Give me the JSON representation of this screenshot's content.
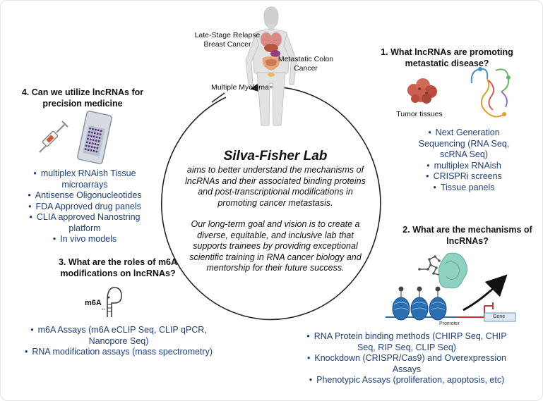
{
  "center": {
    "title": "Silva-Fisher Lab",
    "mission_1": "aims to better understand the mechanisms of lncRNAs and their associated binding proteins and post-transcriptional modifications in promoting cancer metastasis.",
    "mission_2": "Our long-term goal and vision is to create a diverse, equitable, and inclusive lab that supports trainees by providing exceptional scientific training in RNA cancer biology and mentorship for their future success."
  },
  "figure": {
    "labels": {
      "breast": "Late-Stage Relapse Breast Cancer",
      "colon": "Metastatic Colon Cancer",
      "myeloma": "Multiple Myeloma"
    }
  },
  "q1": {
    "title": "1. What lncRNAs are promoting metastatic disease?",
    "image_label": "Tumor tissues",
    "items": [
      "Next Generation Sequencing (RNA Seq, scRNA Seq)",
      "multiplex RNAish",
      "CRISPRi screens",
      "Tissue panels"
    ]
  },
  "q2": {
    "title": "2. What are the mechanisms of lncRNAs?",
    "diagram_labels": {
      "promoter": "Promoter",
      "gene": "Gene"
    },
    "items": [
      "RNA Protein binding methods (CHIRP Seq, CHIP Seq, RIP Seq, CLIP Seq)",
      "Knockdown (CRISPR/Cas9) and Overexpression Assays",
      "Phenotypic Assays (proliferation, apoptosis, etc)"
    ]
  },
  "q3": {
    "title": "3. What are the roles of m6A modifications on lncRNAs?",
    "image_label": "m6A",
    "items": [
      "m6A Assays (m6A eCLIP Seq, CLIP qPCR, Nanopore Seq)",
      "RNA modification assays (mass spectrometry)"
    ]
  },
  "q4": {
    "title": "4. Can we utilize lncRNAs for precision medicine",
    "items": [
      "multiplex RNAish Tissue microarrays",
      "Antisense Oligonucleotides",
      "FDA Approved drug panels",
      "CLIA approved Nanostring platform",
      "In vivo models"
    ]
  },
  "colors": {
    "list_text": "#1f3f78",
    "arrow": "#222222",
    "tumor": "#c95f50",
    "chromatin": "#2c6fb0",
    "promoter": "#c0392b"
  },
  "icons": [
    "body-figure",
    "tumor-tissue",
    "rna-hairpin",
    "syringe",
    "microarray-slide",
    "m6a-hairpin",
    "rna-protein-complex",
    "nucleosome",
    "arrow-cycle"
  ]
}
